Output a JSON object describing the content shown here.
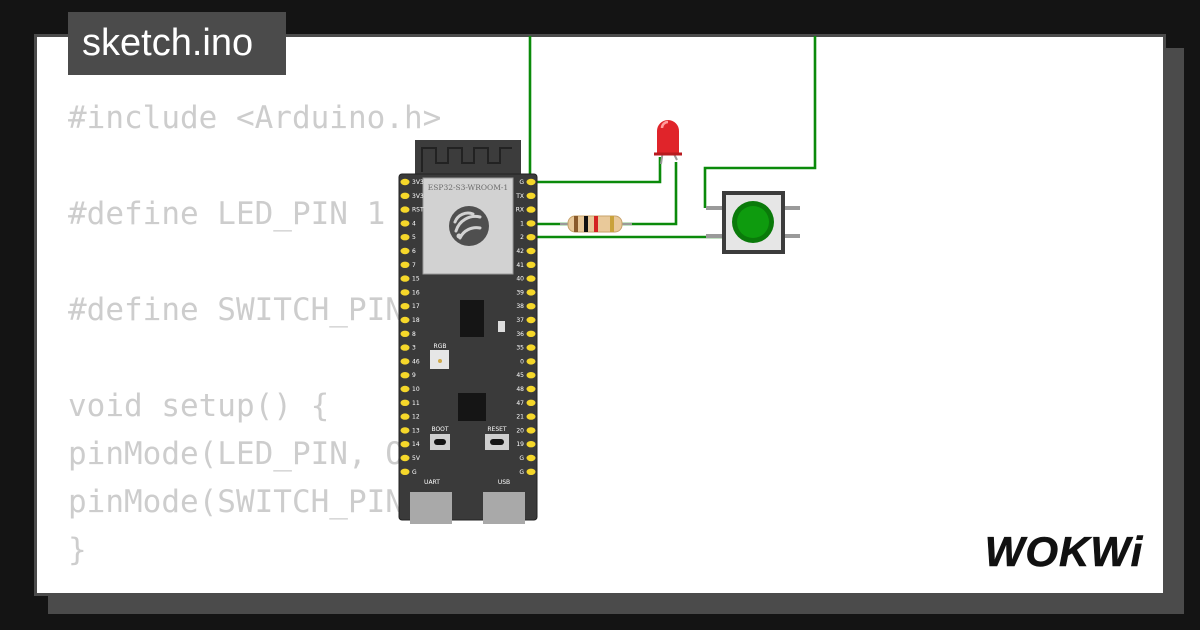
{
  "window": {
    "title": "sketch.ino"
  },
  "code_lines": [
    "#include <Arduino.h>",
    "",
    "#define LED_PIN 1",
    "",
    "#define SWITCH_PIN",
    "",
    "void setup() {",
    "pinMode(LED_PIN, O",
    "pinMode(SWITCH_PIN",
    "}"
  ],
  "board": {
    "module_label": "ESP32-S3-WROOM-1",
    "rgb_label": "RGB",
    "boot_label": "BOOT",
    "reset_label": "RESET",
    "uart_label": "UART",
    "usb_label": "USB",
    "left_pins": [
      "3V3",
      "3V3",
      "RST",
      "4",
      "5",
      "6",
      "7",
      "15",
      "16",
      "17",
      "18",
      "8",
      "3",
      "46",
      "9",
      "10",
      "11",
      "12",
      "13",
      "14",
      "5V",
      "G"
    ],
    "right_pins": [
      "G",
      "TX",
      "RX",
      "1",
      "2",
      "42",
      "41",
      "40",
      "39",
      "38",
      "37",
      "36",
      "35",
      "0",
      "45",
      "48",
      "47",
      "21",
      "20",
      "19",
      "G",
      "G"
    ]
  },
  "brand": {
    "logo_text": "WOKWi"
  },
  "colors": {
    "wire": "#0a8a0a",
    "board": "#3c3c3c",
    "pin": "#f5d72a",
    "led": "#e0242a",
    "button": "#0a7a0a"
  }
}
